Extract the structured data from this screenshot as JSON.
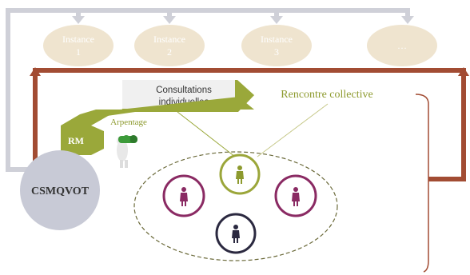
{
  "instances": [
    {
      "line1": "Instance",
      "line2": "1"
    },
    {
      "line1": "Instance",
      "line2": "2"
    },
    {
      "line1": "Instance",
      "line2": "3"
    },
    {
      "line1": "…",
      "line2": ""
    }
  ],
  "consultations": {
    "line1": "Consultations",
    "line2": "individuelles"
  },
  "rencontre": "Rencontre collective",
  "arpentage": "Arpentage",
  "rm": "RM",
  "csmqvot": "CSMQVOT",
  "colors": {
    "gray_loop": "#cfd0d8",
    "instance_fill": "#efe4cf",
    "brown_loop": "#a24c33",
    "olive": "#9aa83a",
    "olive_text": "#8d9a2e",
    "csmqvot_fill": "#c8cad6",
    "purple_ring": "#8a2a63",
    "olive_ring": "#9ba63a",
    "navy_ring": "#2b2940",
    "dashed_ellipse": "#6b6a3a"
  },
  "participant_icons": [
    "person-icon-purple",
    "person-icon-olive",
    "person-icon-purple",
    "person-icon-navy"
  ],
  "binoculars_icon": "binoculars-figure-icon"
}
